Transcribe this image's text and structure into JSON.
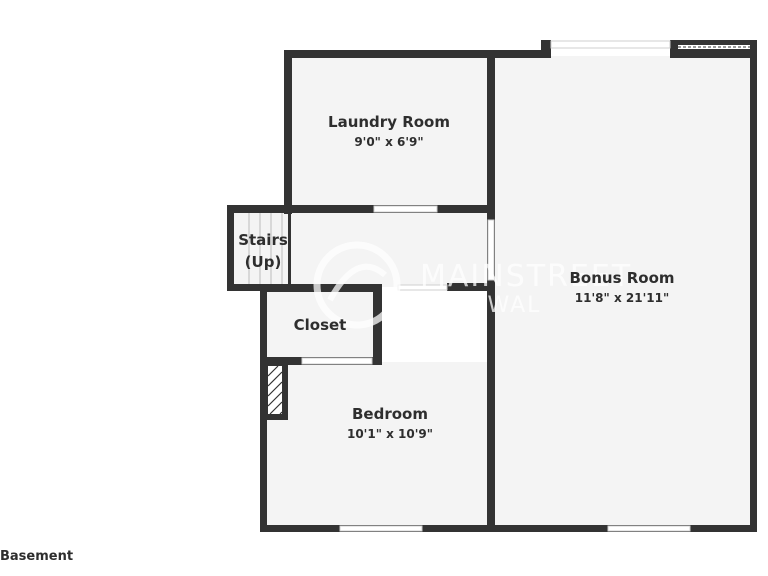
{
  "floor_label": "Basement",
  "rooms": {
    "laundry": {
      "name": "Laundry Room",
      "dim": "9'0\" x 6'9\""
    },
    "bonus": {
      "name": "Bonus Room",
      "dim": "11'8\" x 21'11\""
    },
    "bedroom": {
      "name": "Bedroom",
      "dim": "10'1\" x 10'9\""
    },
    "closet": {
      "name": "Closet"
    },
    "stairs": {
      "line1": "Stairs",
      "line2": "(Up)"
    }
  },
  "watermark": {
    "line1": "MAINSTREET",
    "line2": "RENEWAL"
  },
  "colors": {
    "wall": "#333333",
    "floor": "#f4f4f4",
    "window": "#ffffff",
    "text": "#2e2e2e"
  }
}
